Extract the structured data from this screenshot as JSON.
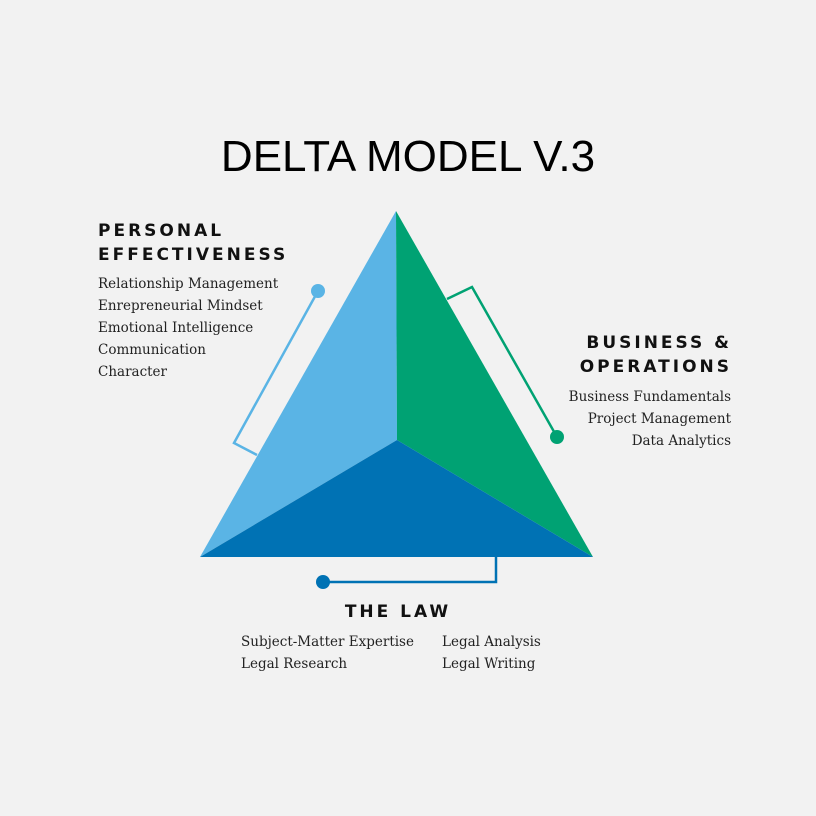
{
  "title": "DELTA MODEL V.3",
  "colors": {
    "personal_effectiveness": "#5ab4e5",
    "business_operations": "#00a273",
    "the_law": "#0072b4",
    "background": "#f2f2f2"
  },
  "personal_effectiveness": {
    "heading_line1": "PERSONAL",
    "heading_line2": "EFFECTIVENESS",
    "items": [
      "Relationship Management",
      "Enrepreneurial Mindset",
      "Emotional Intelligence",
      "Communication",
      "Character"
    ]
  },
  "business_operations": {
    "heading_line1": "BUSINESS &",
    "heading_line2": "OPERATIONS",
    "items": [
      "Business Fundamentals",
      "Project Management",
      "Data Analytics"
    ]
  },
  "the_law": {
    "heading": "THE LAW",
    "items_col1": [
      "Subject-Matter Expertise",
      "Legal Research"
    ],
    "items_col2": [
      "Legal Analysis",
      "Legal Writing"
    ]
  }
}
